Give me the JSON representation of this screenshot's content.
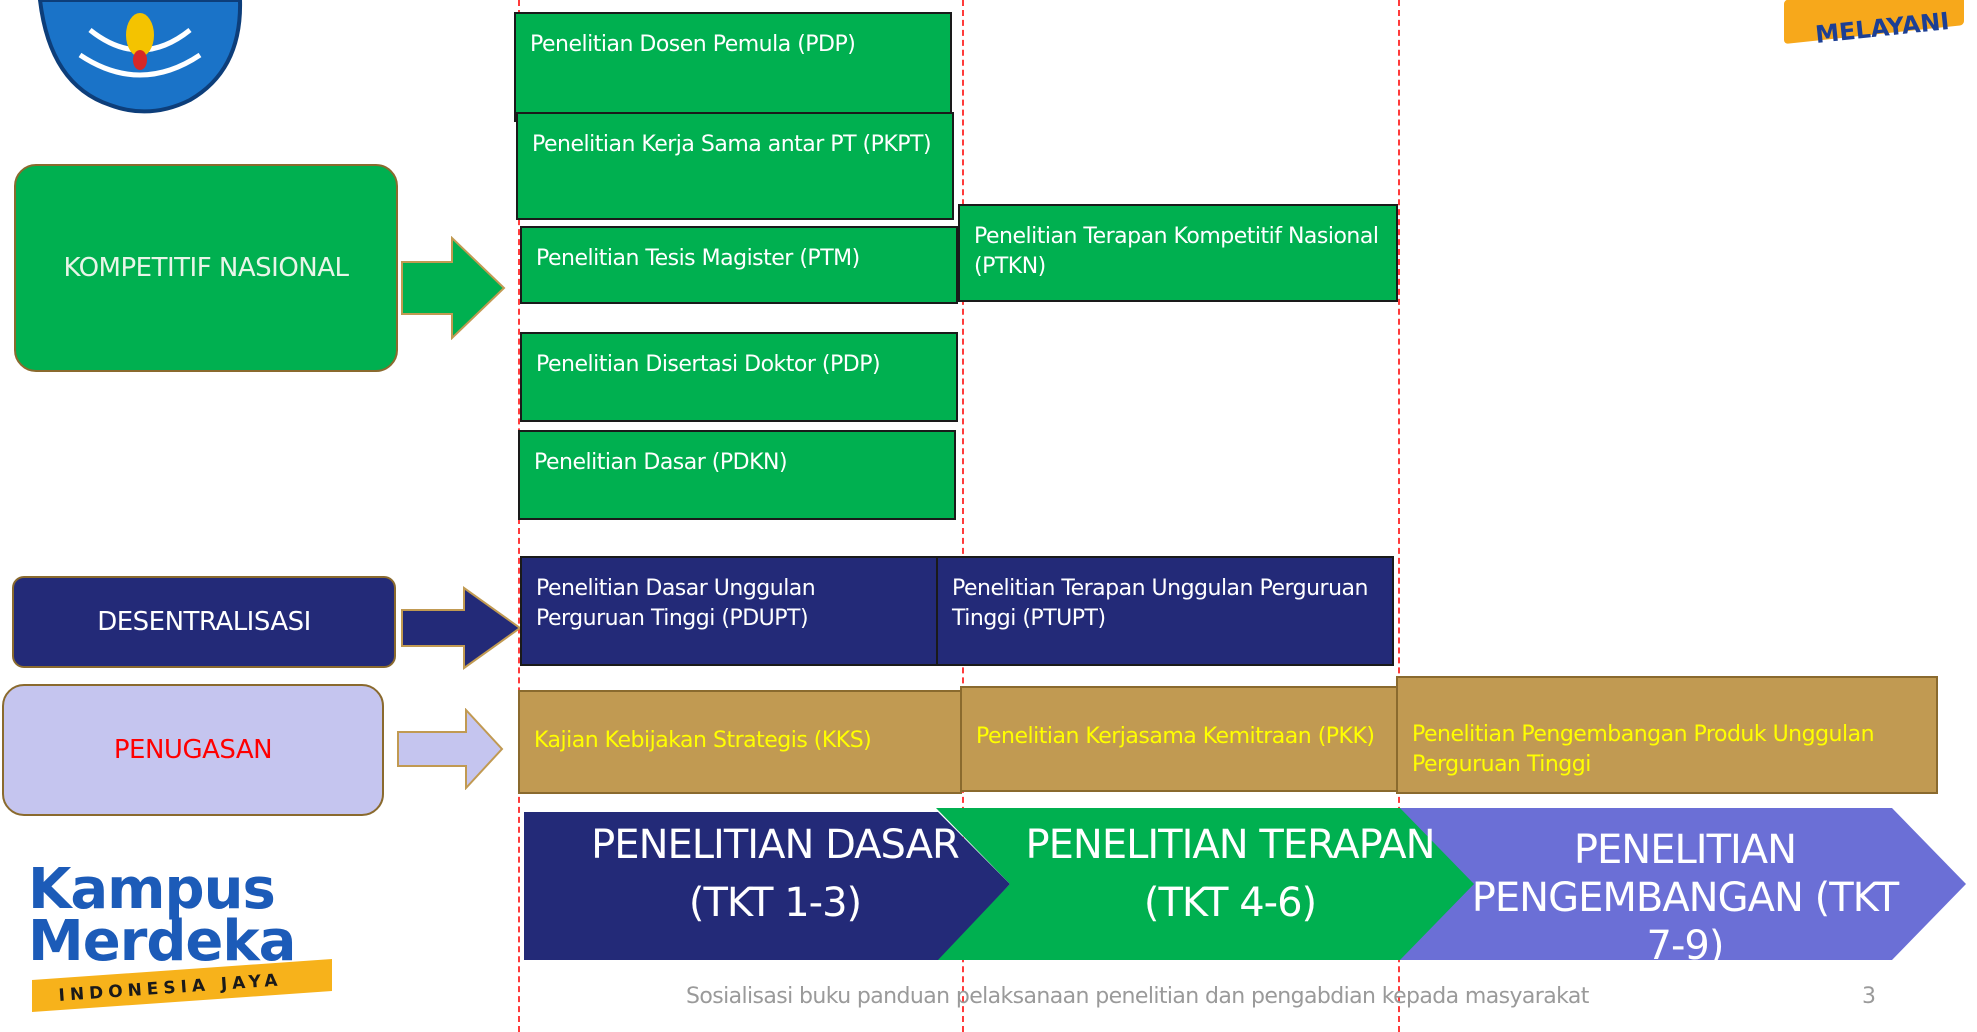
{
  "categories": {
    "kompetitif": "KOMPETITIF NASIONAL",
    "desentralisasi": "DESENTRALISASI",
    "penugasan": "PENUGASAN"
  },
  "kompetitif_boxes": {
    "pdp_dosen": "Penelitian Dosen Pemula (PDP)",
    "pkpt": "Penelitian Kerja Sama antar PT (PKPT)",
    "ptm": "Penelitian Tesis Magister (PTM)",
    "pdp_doktor": "Penelitian Disertasi Doktor (PDP)",
    "pdkn": "Penelitian Dasar (PDKN)",
    "ptkn": "Penelitian Terapan Kompetitif Nasional (PTKN)"
  },
  "desentralisasi_boxes": {
    "pdupt": "Penelitian Dasar Unggulan Perguruan Tinggi (PDUPT)",
    "ptupt": "Penelitian Terapan Unggulan Perguruan Tinggi (PTUPT)"
  },
  "penugasan_boxes": {
    "kks": "Kajian Kebijakan Strategis (KKS)",
    "pkk": "Penelitian  Kerjasama Kemitraan (PKK)",
    "ppupt": "Penelitian  Pengembangan Produk Unggulan Perguruan Tinggi"
  },
  "stages": {
    "dasar_title": "PENELITIAN DASAR",
    "dasar_tkt": "(TKT 1-3)",
    "terapan_title": "PENELITIAN TERAPAN",
    "terapan_tkt": "(TKT 4-6)",
    "pengembangan": "PENELITIAN PENGEMBANGAN (TKT 7-9)"
  },
  "footer": {
    "caption": "Sosialisasi buku panduan pelaksanaan penelitian dan pengabdian kepada masyarakat",
    "page_number": "3"
  },
  "logos": {
    "kampus": "Kampus",
    "merdeka": "Merdeka",
    "indonesia_jaya": "INDONESIA JAYA",
    "melayani": "MELAYANI"
  },
  "colors": {
    "green": "#00b050",
    "navy": "#232a78",
    "gold": "#c19a52",
    "lavender": "#c5c5ef",
    "periwinkle": "#6b6fd6",
    "text_yellow": "#ffff00",
    "text_red": "#ff0000"
  }
}
